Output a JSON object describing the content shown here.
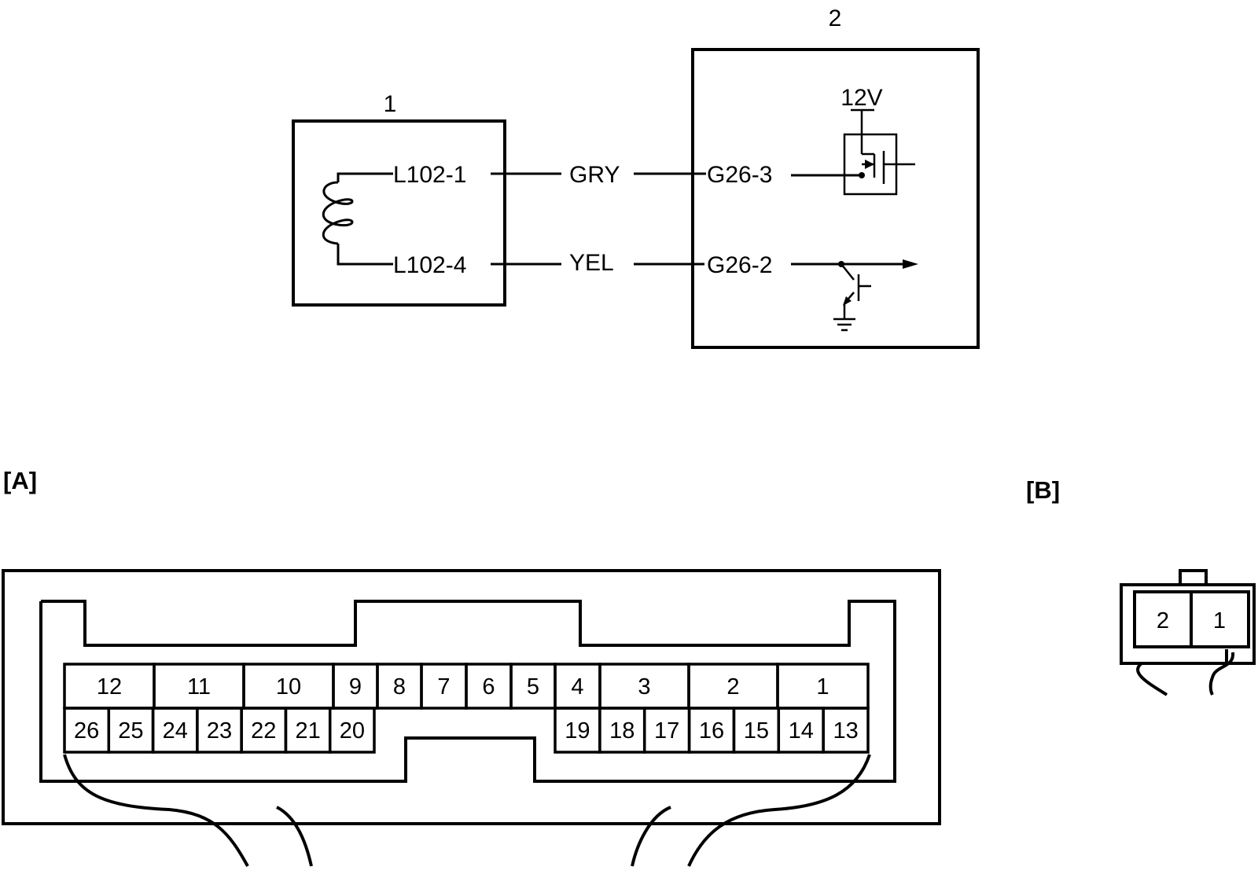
{
  "schematic": {
    "component_1_label": "1",
    "component_2_label": "2",
    "supply_label": "12V",
    "wires": [
      {
        "from_pin": "L102-1",
        "color": "GRY",
        "to_pin": "G26-3"
      },
      {
        "from_pin": "L102-4",
        "color": "YEL",
        "to_pin": "G26-2"
      }
    ]
  },
  "connector_a": {
    "label": "[A]",
    "top_row": [
      "12",
      "11",
      "10",
      "9",
      "8",
      "7",
      "6",
      "5",
      "4",
      "3",
      "2",
      "1"
    ],
    "bottom_left": [
      "26",
      "25",
      "24",
      "23",
      "22",
      "21",
      "20"
    ],
    "bottom_right": [
      "19",
      "18",
      "17",
      "16",
      "15",
      "14",
      "13"
    ]
  },
  "connector_b": {
    "label": "[B]",
    "pins": [
      "2",
      "1"
    ]
  }
}
